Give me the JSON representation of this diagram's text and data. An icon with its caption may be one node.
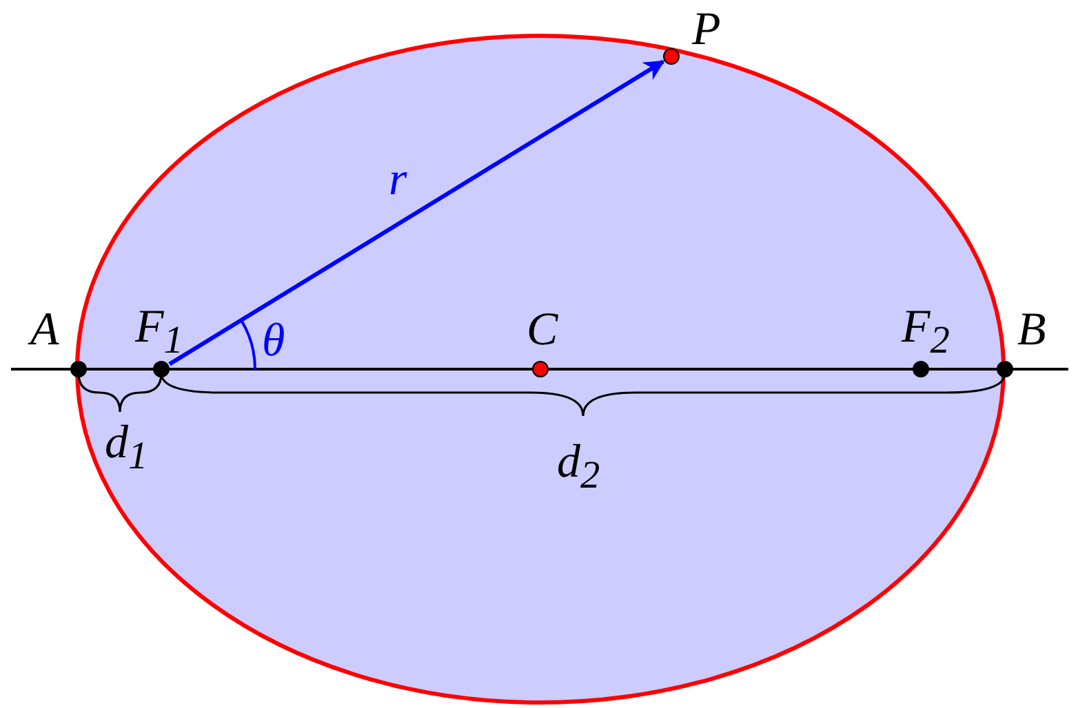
{
  "diagram": {
    "nodes": [
      {
        "text": [
          "A"
        ]
      },
      {
        "text": [
          "F$_{1}$"
        ]
      },
      {
        "text": [
          "C"
        ]
      },
      {
        "text": [
          "F$_{2}$"
        ]
      },
      {
        "text": [
          "B"
        ]
      },
      {
        "text": [
          "P"
        ]
      }
    ],
    "edges": [
      {
        "from": 1,
        "to": 5,
        "arrow": "to",
        "label": "r",
        "color": "#0000ff"
      }
    ],
    "labels": [
      "θ",
      "d$_{1}$",
      "d$_{2}$"
    ]
  }
}
